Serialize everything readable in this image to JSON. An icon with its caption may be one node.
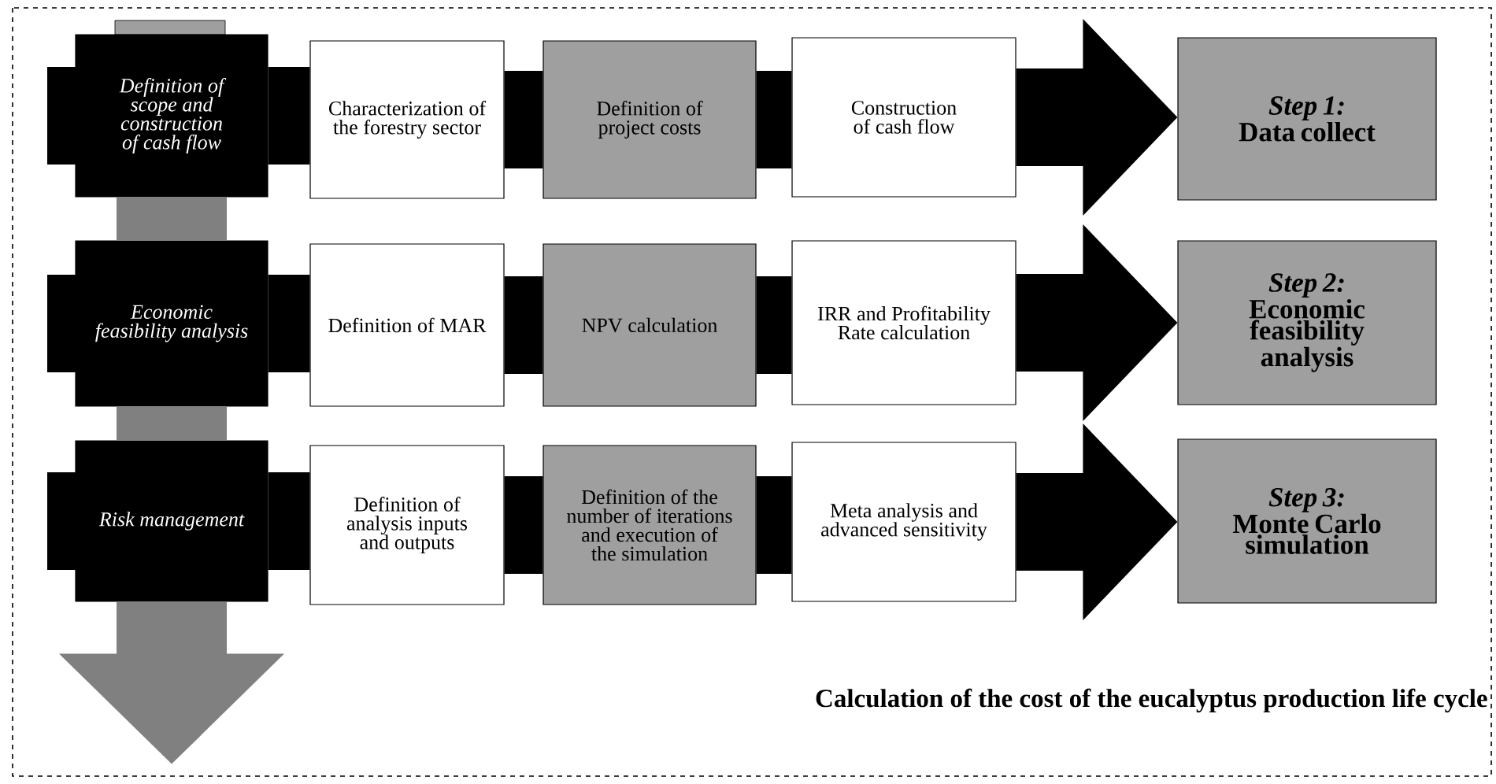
{
  "diagram": {
    "caption": "Calculation of the cost of the eucalyptus production life cycle",
    "nodes": [
      {
        "text": [
          "Definition of scope and construction of cash flow"
        ]
      },
      {
        "text": [
          "Characterization of the forestry sector"
        ]
      },
      {
        "text": [
          "Definition of project costs"
        ]
      },
      {
        "text": [
          "Construction of cash flow"
        ]
      },
      {
        "text": [
          "Step 1:",
          "Data collect"
        ]
      },
      {
        "text": [
          "Economic feasibility analysis"
        ]
      },
      {
        "text": [
          "Definition of MAR"
        ]
      },
      {
        "text": [
          "NPV calculation"
        ]
      },
      {
        "text": [
          "IRR and Profitability Rate calculation"
        ]
      },
      {
        "text": [
          "Step 2:",
          "Economic feasibility analysis"
        ]
      },
      {
        "text": [
          "Risk management"
        ]
      },
      {
        "text": [
          "Definition of analysis inputs and outputs"
        ]
      },
      {
        "text": [
          "Definition of the number of iterations and execution of the simulation"
        ]
      },
      {
        "text": [
          "Meta analysis and advanced sensitivity"
        ]
      },
      {
        "text": [
          "Step 3:",
          "Monte Carlo simulation"
        ]
      }
    ],
    "edges": [
      {
        "from": 0,
        "to": 1,
        "arrow": "none"
      },
      {
        "from": 1,
        "to": 2,
        "arrow": "none"
      },
      {
        "from": 2,
        "to": 3,
        "arrow": "none"
      },
      {
        "from": 3,
        "to": 4,
        "arrow": "to"
      },
      {
        "from": 5,
        "to": 6,
        "arrow": "none"
      },
      {
        "from": 6,
        "to": 7,
        "arrow": "none"
      },
      {
        "from": 7,
        "to": 8,
        "arrow": "none"
      },
      {
        "from": 8,
        "to": 9,
        "arrow": "to"
      },
      {
        "from": 10,
        "to": 11,
        "arrow": "none"
      },
      {
        "from": 11,
        "to": 12,
        "arrow": "none"
      },
      {
        "from": 12,
        "to": 13,
        "arrow": "none"
      },
      {
        "from": 13,
        "to": 14,
        "arrow": "to"
      },
      {
        "from": 0,
        "to": 5,
        "arrow": "none",
        "color": "#808080"
      },
      {
        "from": 5,
        "to": 10,
        "arrow": "none",
        "color": "#808080"
      },
      {
        "from": 10,
        "to": null,
        "arrow": "to",
        "color": "#808080"
      }
    ]
  }
}
